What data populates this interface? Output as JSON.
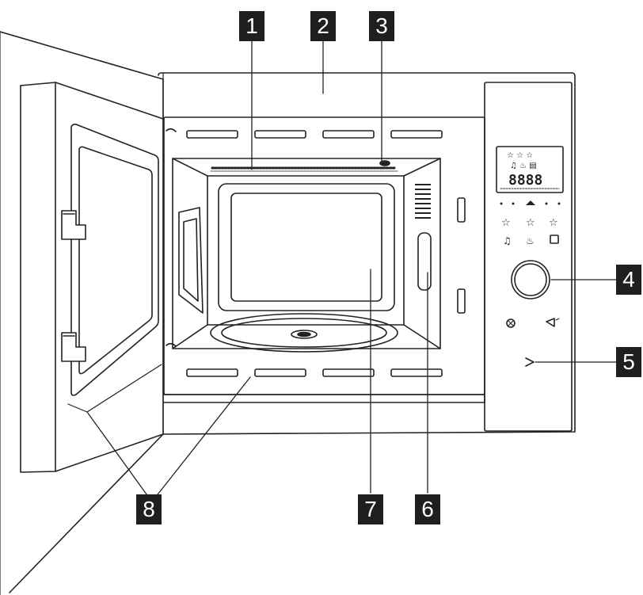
{
  "figure": {
    "subject": "microwave-oven-built-in-door-open",
    "callouts": [
      "1",
      "2",
      "3",
      "4",
      "5",
      "6",
      "7",
      "8"
    ]
  },
  "display": {
    "digits": "8888"
  },
  "colors": {
    "line": "#222222",
    "callout_bg": "#1f1f1f",
    "callout_text": "#ffffff",
    "background": "#ffffff"
  }
}
